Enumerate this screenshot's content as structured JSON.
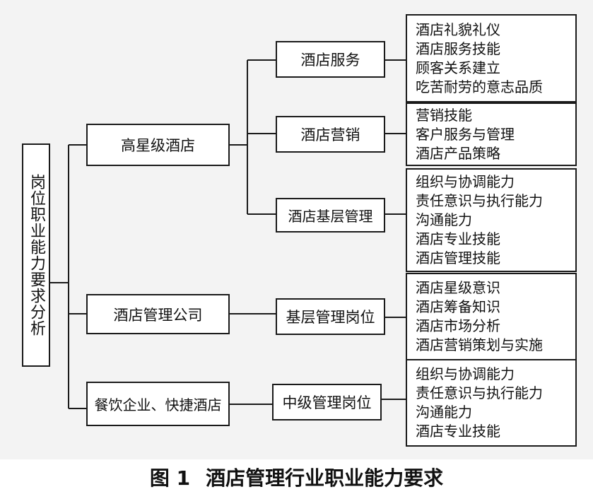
{
  "root": {
    "label": "岗位职业能力要求分析"
  },
  "categories": [
    {
      "label": "高星级酒店",
      "areas": [
        {
          "label": "酒店服务",
          "abilities": [
            "酒店礼貌礼仪",
            "酒店服务技能",
            "顾客关系建立",
            "吃苦耐劳的意志品质"
          ]
        },
        {
          "label": "酒店营销",
          "abilities": [
            "营销技能",
            "客户服务与管理",
            "酒店产品策略"
          ]
        },
        {
          "label": "酒店基层管理",
          "abilities": [
            "组织与协调能力",
            "责任意识与执行能力",
            "沟通能力",
            "酒店专业技能",
            "酒店管理技能"
          ]
        }
      ]
    },
    {
      "label": "酒店管理公司",
      "areas": [
        {
          "label": "基层管理岗位",
          "abilities": [
            "酒店星级意识",
            "酒店筹备知识",
            "酒店市场分析",
            "酒店营销策划与实施"
          ]
        }
      ]
    },
    {
      "label": "餐饮企业、快捷酒店",
      "areas": [
        {
          "label": "中级管理岗位",
          "abilities": [
            "组织与协调能力",
            "责任意识与执行能力",
            "沟通能力",
            "酒店专业技能"
          ]
        }
      ]
    }
  ],
  "caption": {
    "number": "图 1",
    "title": "酒店管理行业职业能力要求"
  }
}
